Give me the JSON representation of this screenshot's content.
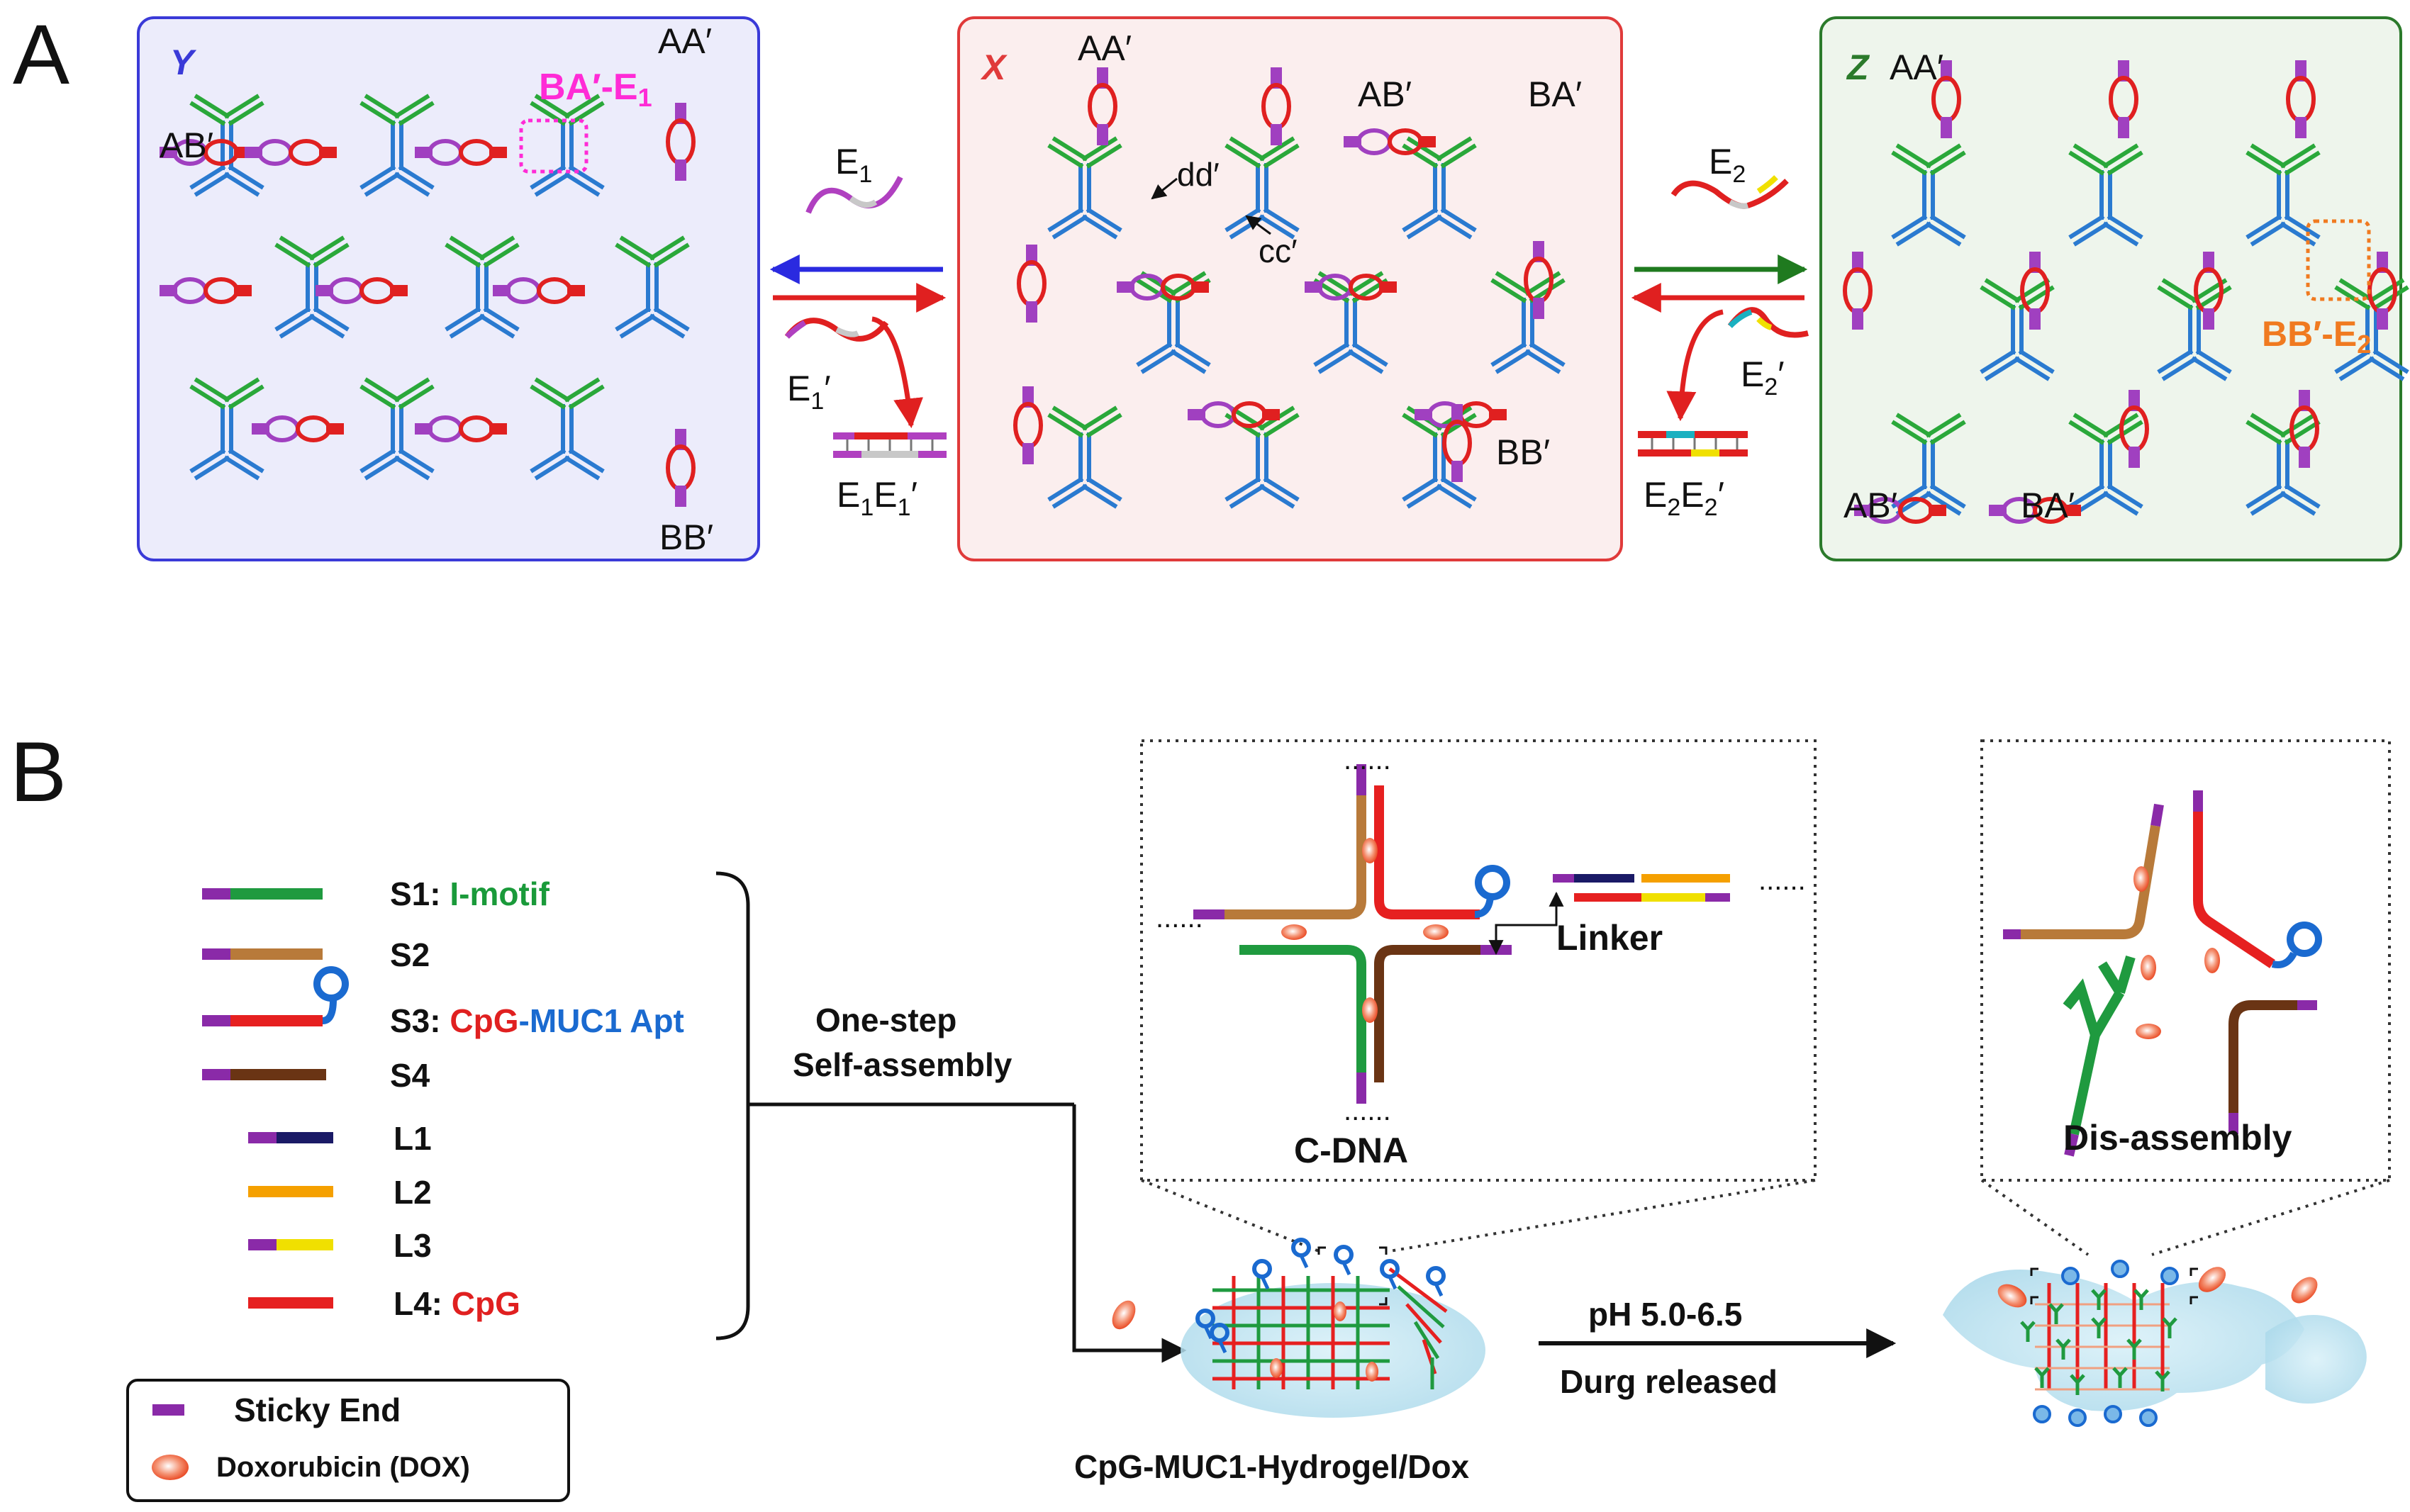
{
  "panel_a": {
    "letter": "A",
    "y_box": {
      "tag": "Y",
      "labels": [
        "AA′",
        "AB′",
        "BA′-E",
        "1",
        "BB′"
      ]
    },
    "x_box": {
      "tag": "X",
      "labels": [
        "AA′",
        "AB′",
        "BA′",
        "dd′",
        "cc′",
        "BB′"
      ]
    },
    "z_box": {
      "tag": "Z",
      "labels": [
        "AA′",
        "BB′-E",
        "2",
        "AB′",
        "BA′"
      ]
    },
    "left_reaction": {
      "e": "E",
      "e_sub": "1",
      "e_prime": "E",
      "e_prime_sub": "1",
      "e_prime_mark": "′",
      "product": "E",
      "product_sub": "1",
      "product2": "E",
      "product2_sub": "1",
      "product2_mark": "′"
    },
    "right_reaction": {
      "e": "E",
      "e_sub": "2",
      "e_prime": "E",
      "e_prime_sub": "2",
      "e_prime_mark": "′",
      "product": "E",
      "product_sub": "2",
      "product2": "E",
      "product2_sub": "2",
      "product2_mark": "′"
    },
    "colors": {
      "y_border": "#3a3ad8",
      "y_fill": "#ececfb",
      "x_border": "#e03a3a",
      "x_fill": "#fbeeee",
      "z_border": "#2b7a2b",
      "z_fill": "#eef5ec",
      "blue_arrow": "#2a2ae0",
      "red_arrow": "#e02020",
      "green_arrow": "#1f7a1f",
      "orange": "#f07a20",
      "magenta": "#ff2bd6"
    }
  },
  "panel_b": {
    "letter": "B",
    "strands": [
      {
        "name": "S1:",
        "note": "I-motif",
        "note_color": "#1a9a3a"
      },
      {
        "name": "S2",
        "note": ""
      },
      {
        "name": "S3:",
        "note": "CpG",
        "note_color": "#e02020",
        "note2": "-",
        "note3": "MUC1 Apt",
        "note3_color": "#1a6ad0"
      },
      {
        "name": "S4",
        "note": ""
      },
      {
        "name": "L1",
        "note": ""
      },
      {
        "name": "L2",
        "note": ""
      },
      {
        "name": "L3",
        "note": ""
      },
      {
        "name": "L4:",
        "note": "CpG",
        "note_color": "#e02020"
      }
    ],
    "step_label_1": "One-step",
    "step_label_2": "Self-assembly",
    "cdna_label": "C-DNA",
    "linker_label": "Linker",
    "disassembly_label": "Dis-assembly",
    "ph_label": "pH 5.0-6.5",
    "release_label": "Durg released",
    "hydrogel_label": "CpG-MUC1-Hydrogel/Dox",
    "legend": {
      "sticky": "Sticky End",
      "dox": "Doxorubicin (DOX)"
    },
    "colors": {
      "purple": "#8a2aa8",
      "green": "#1f9a3f",
      "tan": "#b87a3a",
      "red": "#e62020",
      "brown": "#6a3414",
      "navy": "#1a1a66",
      "orange": "#f5a000",
      "yellow": "#f0e000",
      "blue": "#1a6ad0",
      "gel": "#bfe3ef"
    }
  }
}
